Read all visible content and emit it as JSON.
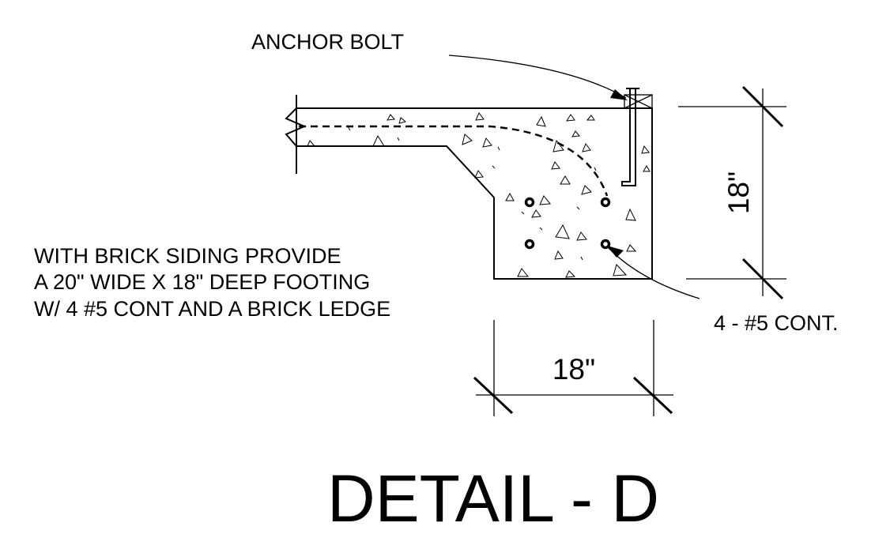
{
  "detail": {
    "title": "DETAIL - D",
    "labels": {
      "anchor_bolt": "ANCHOR BOLT",
      "rebar": "4 - #5 CONT.",
      "note_line_1": "WITH BRICK SIDING PROVIDE",
      "note_line_2": "A 20\" WIDE X 18\" DEEP FOOTING",
      "note_line_3": "W/ 4 #5 CONT AND A BRICK LEDGE"
    },
    "dimensions": {
      "depth": "18\"",
      "width": "18\""
    }
  }
}
